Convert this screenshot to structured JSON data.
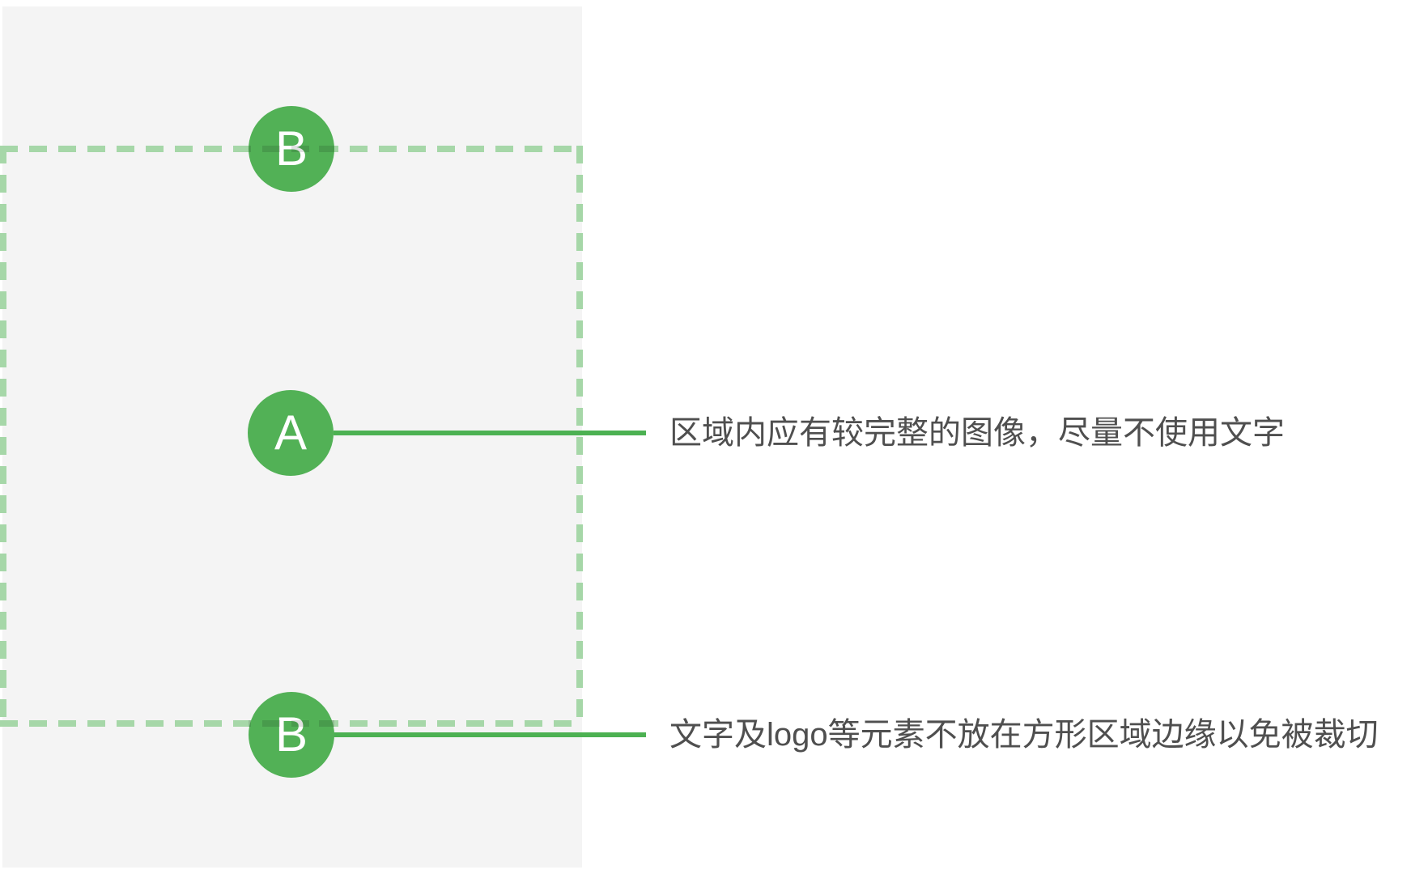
{
  "diagram": {
    "markers": [
      {
        "id": "b-top",
        "label": "B"
      },
      {
        "id": "a",
        "label": "A"
      },
      {
        "id": "b-bottom",
        "label": "B"
      }
    ],
    "callouts": [
      {
        "marker": "A",
        "text": "区域内应有较完整的图像，尽量不使用文字"
      },
      {
        "marker": "B",
        "text": "文字及logo等元素不放在方形区域边缘以免被裁切"
      }
    ],
    "colors": {
      "marker_green": "#52b156",
      "leader_line_green": "#4cb152",
      "dashed_border_green": "#a6d7a8",
      "panel_gray": "#f4f4f4",
      "text_gray": "#4f4f4f",
      "background": "#ffffff"
    }
  }
}
